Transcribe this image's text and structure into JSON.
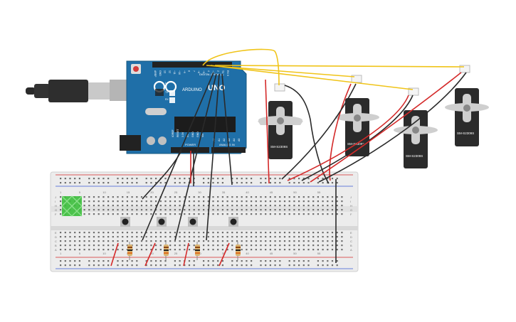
{
  "arduino": {
    "brand": "ARDUINO",
    "model": "UNO",
    "header_digital": "DIGITAL (PWM~)",
    "header_power": "POWER",
    "header_analog": "ANALOG IN",
    "led_labels": [
      "L",
      "TX",
      "RX"
    ],
    "digital_pins": [
      "AREF",
      "GND",
      "13",
      "12",
      "~11",
      "~10",
      "~9",
      "8",
      "7",
      "~6",
      "~5",
      "4",
      "~3",
      "2",
      "TX 1",
      "RX 0"
    ],
    "power_pins": [
      "IOREF",
      "RESET",
      "3.3V",
      "5V",
      "GND",
      "GND",
      "Vin"
    ],
    "analog_pins": [
      "A0",
      "A1",
      "A2",
      "A3",
      "A4",
      "A5"
    ]
  },
  "servos": [
    {
      "label": "SM-S2309S"
    },
    {
      "label": "SM-S2309S"
    },
    {
      "label": "SM-S2309S"
    },
    {
      "label": "SM-S2309S"
    }
  ],
  "breadboard": {
    "column_numbers": [
      "1",
      "5",
      "10",
      "15",
      "20",
      "25",
      "30",
      "35",
      "40",
      "45",
      "50",
      "55"
    ],
    "row_letters_top": [
      "J",
      "I",
      "H",
      "G",
      "F"
    ],
    "row_letters_bottom": [
      "E",
      "D",
      "C",
      "B",
      "A"
    ]
  },
  "colors": {
    "board_blue": "#1f6fa8",
    "breadboard": "#ececec",
    "wire_red": "#d42a2a",
    "wire_black": "#2a2a2a",
    "wire_yellow": "#f0c419",
    "servo_body": "#2b2b2b",
    "led_green": "#3cbf3c"
  }
}
